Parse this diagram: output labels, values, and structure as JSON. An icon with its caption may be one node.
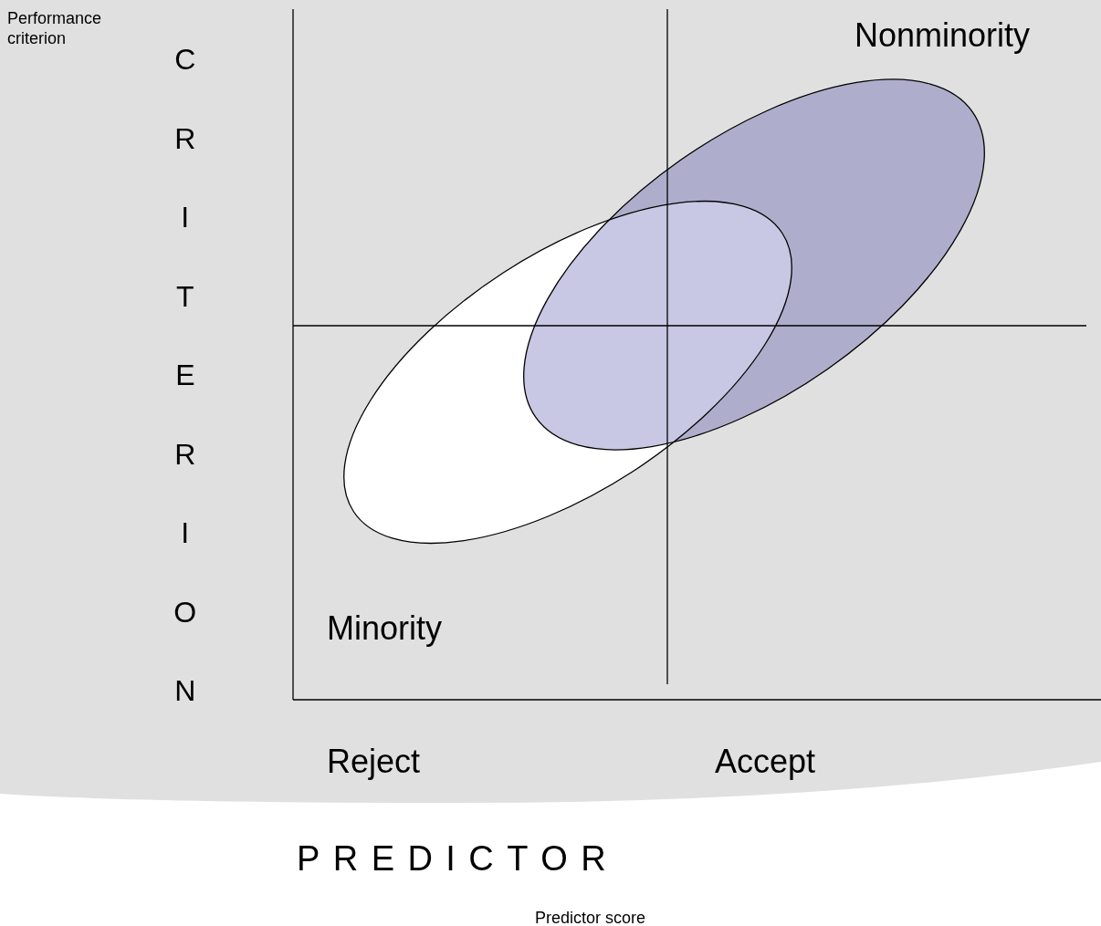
{
  "diagram": {
    "labels": [
      "Performance criterion",
      "CRITERION",
      "Nonminority",
      "Minority",
      "Reject",
      "Accept",
      "PREDICTOR",
      "Predictor score"
    ]
  }
}
